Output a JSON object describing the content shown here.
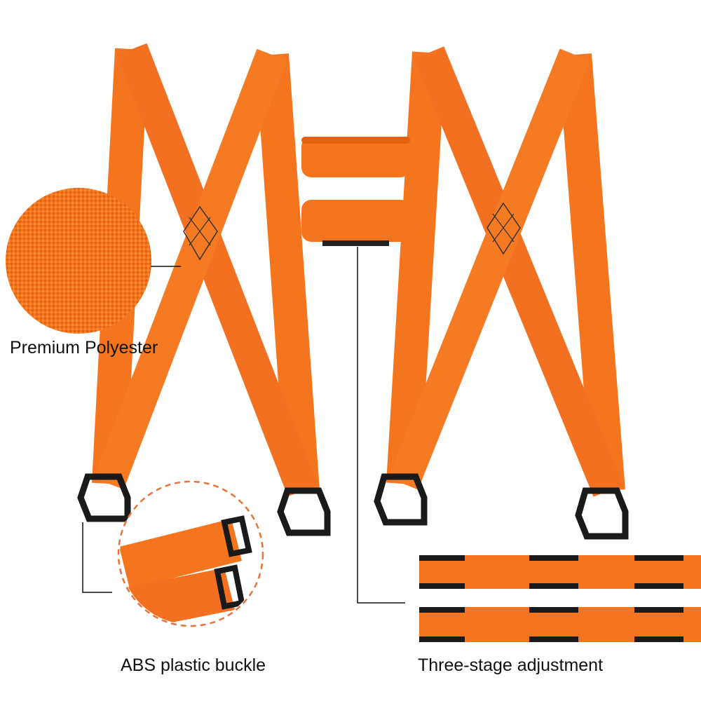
{
  "labels": {
    "material": "Premium Polyester",
    "buckle": "ABS plastic buckle",
    "adjustment": "Three-stage adjustment"
  },
  "colors": {
    "strap_orange": "#f5751f",
    "strap_dark": "#d95e10",
    "buckle_black": "#1a1a1a",
    "dashed_circle": "#e8733a"
  }
}
